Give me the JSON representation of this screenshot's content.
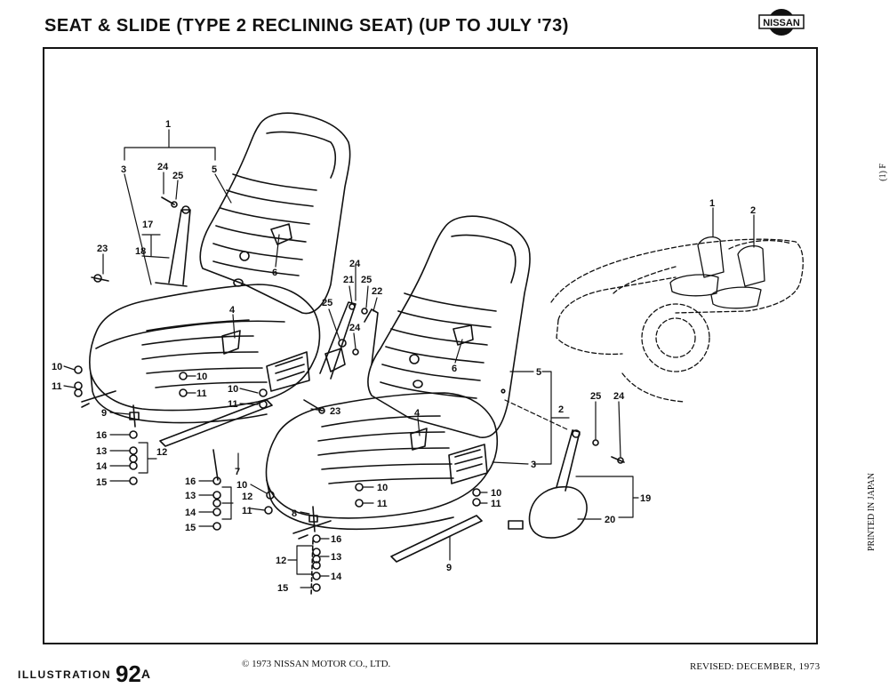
{
  "header": {
    "title": "SEAT & SLIDE (TYPE 2 RECLINING SEAT) (UP TO JULY '73)",
    "logo_text": "NISSAN"
  },
  "footer": {
    "illustration_label": "ILLUSTRATION",
    "illustration_number": "92",
    "illustration_suffix": "A",
    "copyright": "© 1973 NISSAN MOTOR CO., LTD.",
    "revised_label": "REVISED:",
    "revised_date": "DECEMBER, 1973"
  },
  "margin": {
    "printed": "PRINTED IN JAPAN",
    "mark": "(1)  F"
  },
  "callouts": [
    {
      "id": "l-seat-1",
      "text": "1"
    },
    {
      "id": "l-seat-3",
      "text": "3"
    },
    {
      "id": "l-seat-5",
      "text": "5"
    },
    {
      "id": "l-seat-24",
      "text": "24"
    },
    {
      "id": "l-seat-25",
      "text": "25"
    },
    {
      "id": "l-seat-17",
      "text": "17"
    },
    {
      "id": "l-seat-18",
      "text": "18"
    },
    {
      "id": "l-seat-23",
      "text": "23"
    },
    {
      "id": "l-seat-6",
      "text": "6"
    },
    {
      "id": "l-seat-4",
      "text": "4"
    },
    {
      "id": "l-seat-10a",
      "text": "10"
    },
    {
      "id": "l-seat-11a",
      "text": "11"
    },
    {
      "id": "l-seat-9",
      "text": "9"
    },
    {
      "id": "l-seat-16",
      "text": "16"
    },
    {
      "id": "l-seat-13",
      "text": "13"
    },
    {
      "id": "l-seat-12",
      "text": "12"
    },
    {
      "id": "l-seat-14",
      "text": "14"
    },
    {
      "id": "l-seat-15",
      "text": "15"
    },
    {
      "id": "l-seat-10b",
      "text": "10"
    },
    {
      "id": "l-seat-11b",
      "text": "11"
    },
    {
      "id": "l-seat-10c",
      "text": "10"
    },
    {
      "id": "l-seat-11c",
      "text": "11"
    },
    {
      "id": "l-seat-7",
      "text": "7"
    },
    {
      "id": "l-seat-16b",
      "text": "16"
    },
    {
      "id": "l-seat-13b",
      "text": "13"
    },
    {
      "id": "l-seat-12b",
      "text": "12"
    },
    {
      "id": "l-seat-14b",
      "text": "14"
    },
    {
      "id": "l-seat-15b",
      "text": "15"
    },
    {
      "id": "l-seat-10d",
      "text": "10"
    },
    {
      "id": "l-seat-11d",
      "text": "11"
    },
    {
      "id": "r-seat-24",
      "text": "24"
    },
    {
      "id": "r-seat-21",
      "text": "21"
    },
    {
      "id": "r-seat-25",
      "text": "25"
    },
    {
      "id": "r-seat-22",
      "text": "22"
    },
    {
      "id": "r-seat-25b",
      "text": "25"
    },
    {
      "id": "r-seat-24b",
      "text": "24"
    },
    {
      "id": "r-seat-23",
      "text": "23"
    },
    {
      "id": "r-seat-6",
      "text": "6"
    },
    {
      "id": "r-seat-4",
      "text": "4"
    },
    {
      "id": "r-seat-5",
      "text": "5"
    },
    {
      "id": "r-seat-2",
      "text": "2"
    },
    {
      "id": "r-seat-3",
      "text": "3"
    },
    {
      "id": "r-seat-10a",
      "text": "10"
    },
    {
      "id": "r-seat-11a",
      "text": "11"
    },
    {
      "id": "r-seat-10b",
      "text": "10"
    },
    {
      "id": "r-seat-11b",
      "text": "11"
    },
    {
      "id": "r-seat-8",
      "text": "8"
    },
    {
      "id": "r-seat-16",
      "text": "16"
    },
    {
      "id": "r-seat-12",
      "text": "12"
    },
    {
      "id": "r-seat-13",
      "text": "13"
    },
    {
      "id": "r-seat-14",
      "text": "14"
    },
    {
      "id": "r-seat-15",
      "text": "15"
    },
    {
      "id": "r-seat-9",
      "text": "9"
    },
    {
      "id": "cover-25",
      "text": "25"
    },
    {
      "id": "cover-24",
      "text": "24"
    },
    {
      "id": "cover-19",
      "text": "19"
    },
    {
      "id": "cover-20",
      "text": "20"
    },
    {
      "id": "car-1",
      "text": "1"
    },
    {
      "id": "car-2",
      "text": "2"
    }
  ]
}
